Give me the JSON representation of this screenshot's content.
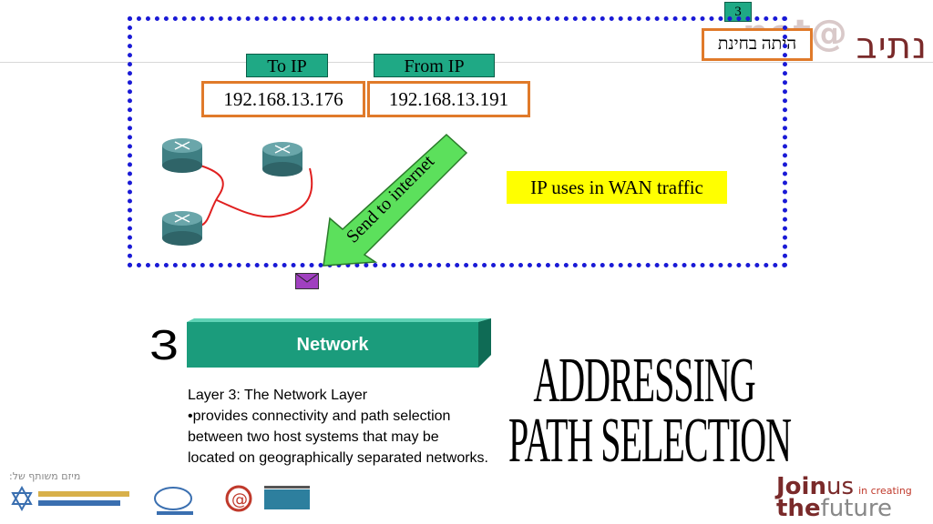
{
  "header": {
    "slide_number": "3",
    "exam_note": "היתה בחינת",
    "logo_net": "net@",
    "logo_nativ": "נתיב"
  },
  "diagram": {
    "to_ip_label": "To IP",
    "from_ip_label": "From IP",
    "to_ip_value": "192.168.13.176",
    "from_ip_value": "192.168.13.191",
    "arrow_label": "Send to internet",
    "wan_note": "IP uses in WAN traffic"
  },
  "layer": {
    "number": "3",
    "name": "Network",
    "title": "Layer 3: The Network Layer",
    "description": "•provides connectivity and path selection between two host systems that may be located on geographically separated networks."
  },
  "titles": {
    "line1": "ADDRESSING",
    "line2": "PATH SELECTION"
  },
  "footer": {
    "partner_text": "מיזם משותף של:",
    "join_a": "Join",
    "join_b": "us",
    "join_c": "in creating",
    "join_d": "the",
    "join_e": "future"
  },
  "colors": {
    "teal": "#1fa985",
    "orange_border": "#e07a2a",
    "dotted_frame": "#1a1ad6",
    "highlight": "#ffff00",
    "arrow_green": "#5ce05c"
  }
}
